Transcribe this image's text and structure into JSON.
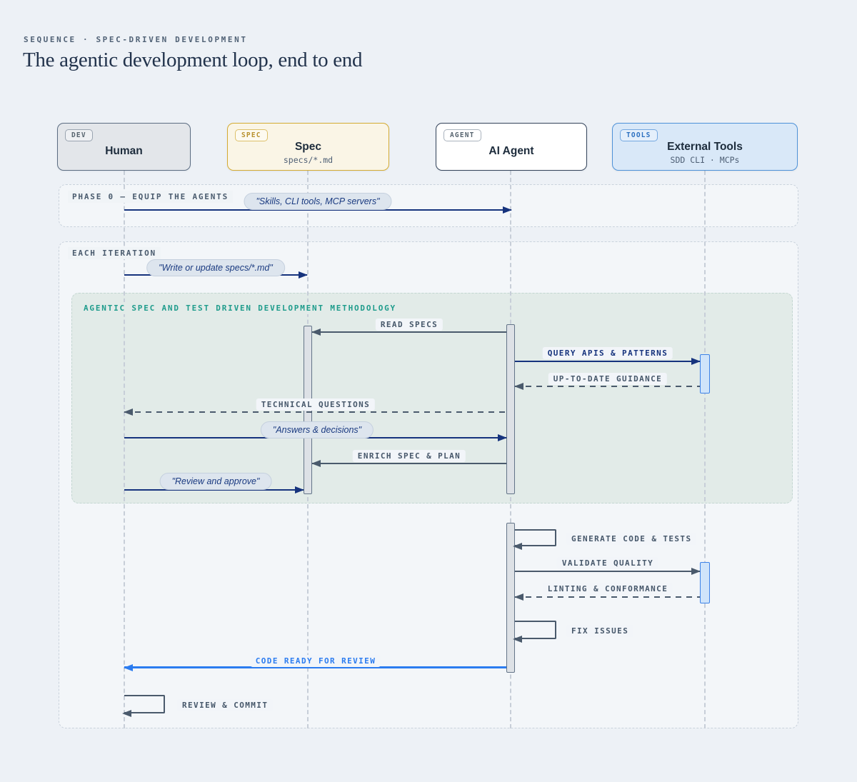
{
  "header": {
    "eyebrow": "SEQUENCE · SPEC-DRIVEN DEVELOPMENT",
    "title": "The agentic development loop, end to end"
  },
  "actors": {
    "human": {
      "badge": "DEV",
      "name": "Human"
    },
    "spec": {
      "badge": "SPEC",
      "name": "Spec",
      "subtitle": "specs/*.md"
    },
    "agent": {
      "badge": "AGENT",
      "name": "AI Agent"
    },
    "tools": {
      "badge": "TOOLS",
      "name": "External Tools",
      "subtitle": "SDD CLI · MCPs"
    }
  },
  "sections": {
    "phase0_label": "PHASE 0 — EQUIP THE AGENTS",
    "iteration_label": "EACH ITERATION",
    "methodology_label": "AGENTIC SPEC AND TEST DRIVEN DEVELOPMENT METHODOLOGY"
  },
  "messages": {
    "equip": "\"Skills, CLI tools, MCP servers\"",
    "write_specs": "\"Write or update specs/*.md\"",
    "read_specs": "READ SPECS",
    "query_apis": "QUERY APIS & PATTERNS",
    "guidance": "UP-TO-DATE GUIDANCE",
    "tech_questions": "TECHNICAL QUESTIONS",
    "answers": "\"Answers & decisions\"",
    "enrich": "ENRICH SPEC & PLAN",
    "review_approve": "\"Review and approve\"",
    "generate": "GENERATE CODE & TESTS",
    "validate": "VALIDATE QUALITY",
    "linting": "LINTING & CONFORMANCE",
    "fix_issues": "FIX ISSUES",
    "code_ready": "CODE READY FOR REVIEW",
    "review_commit": "REVIEW & COMMIT"
  },
  "colors": {
    "page_background": "#edf1f6",
    "navy_arrow": "#16337d",
    "slate_arrow": "#4a5a6c",
    "bright_blue_arrow": "#2b7cf0",
    "teal_section_label": "#1f9c8c",
    "spec_accent": "#d4ab33",
    "tools_accent": "#4e92d8"
  }
}
